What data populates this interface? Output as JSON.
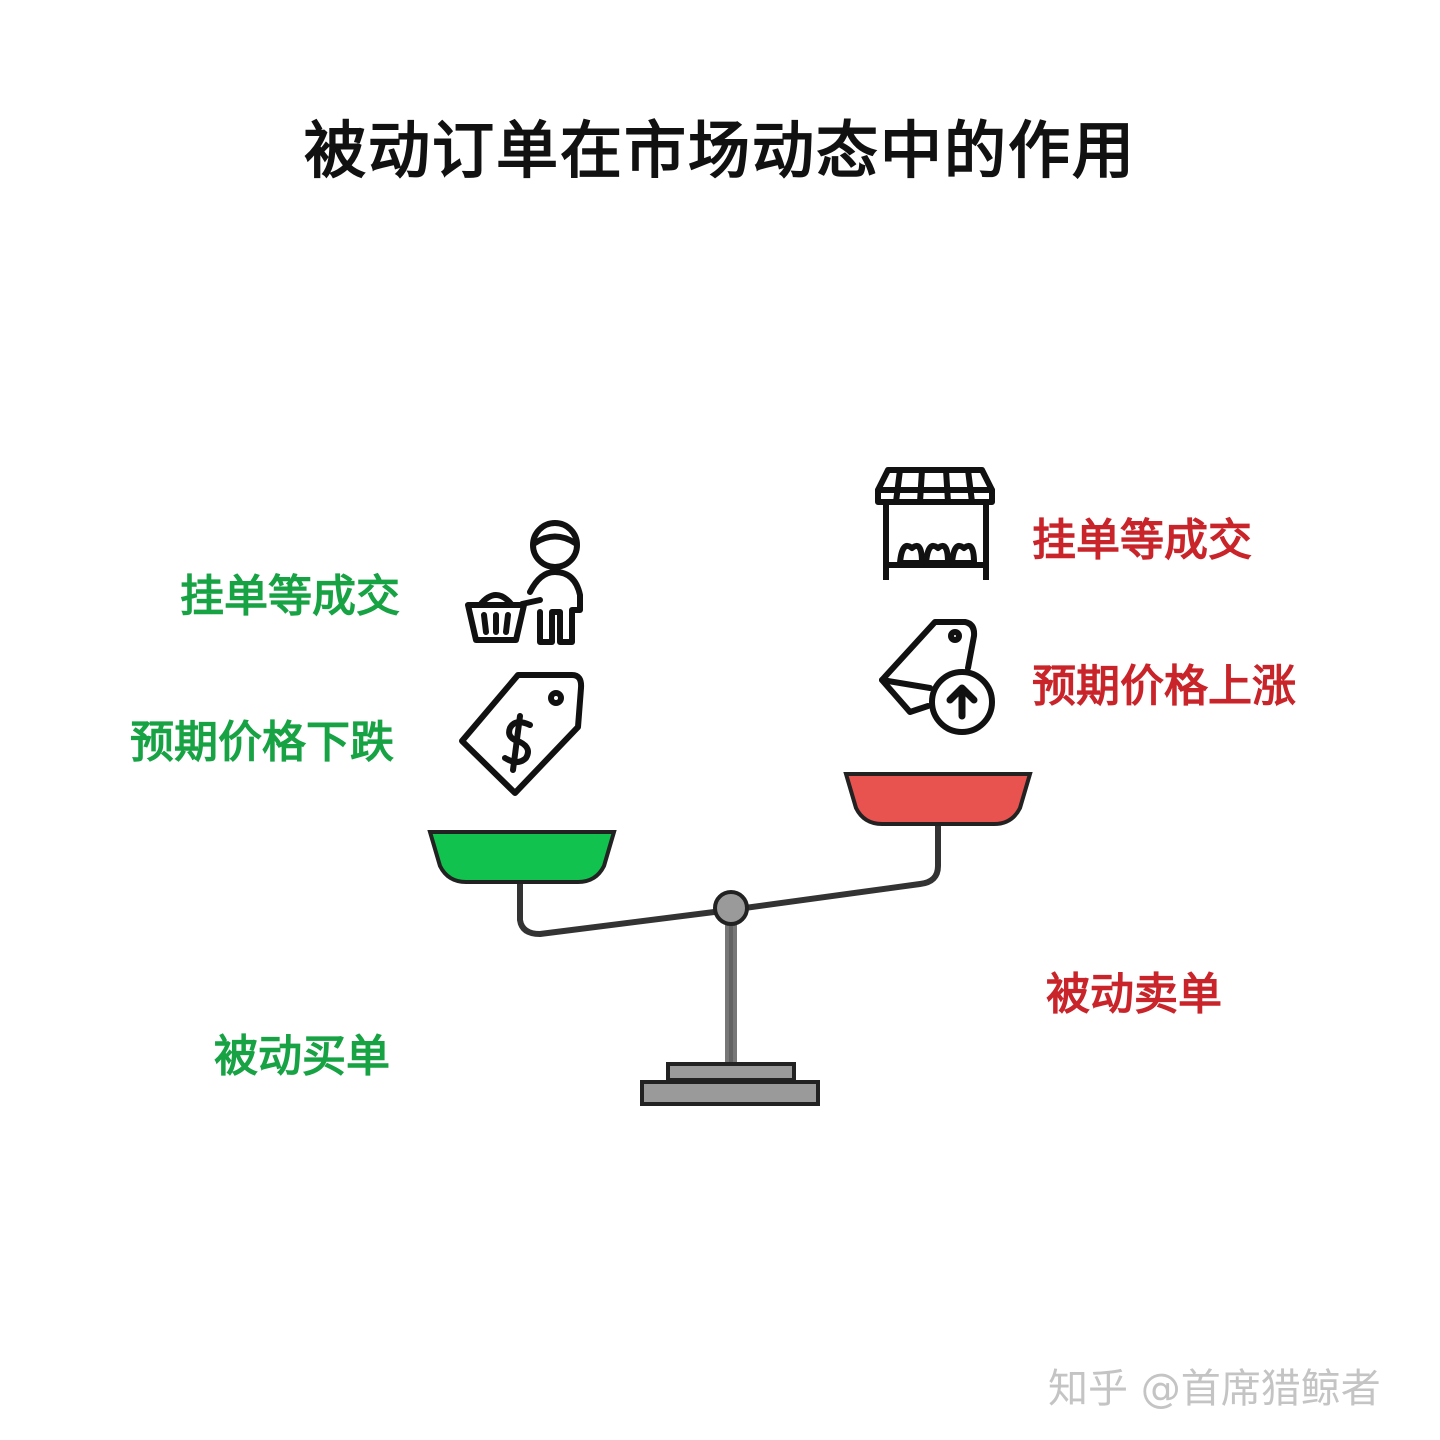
{
  "title": "被动订单在市场动态中的作用",
  "left": {
    "wait_label": "挂单等成交",
    "expect_label": "预期价格下跌",
    "side_label": "被动买单",
    "color": "#17a244",
    "pan_color": "#12c24f",
    "icons": [
      "shopper-with-basket-icon",
      "dollar-price-tag-icon"
    ]
  },
  "right": {
    "wait_label": "挂单等成交",
    "expect_label": "预期价格上涨",
    "side_label": "被动卖单",
    "color": "#c8242a",
    "pan_color": "#e8534f",
    "icons": [
      "market-stall-icon",
      "price-tag-up-arrow-icon"
    ]
  },
  "watermark": "知乎 @首席猎鲸者"
}
